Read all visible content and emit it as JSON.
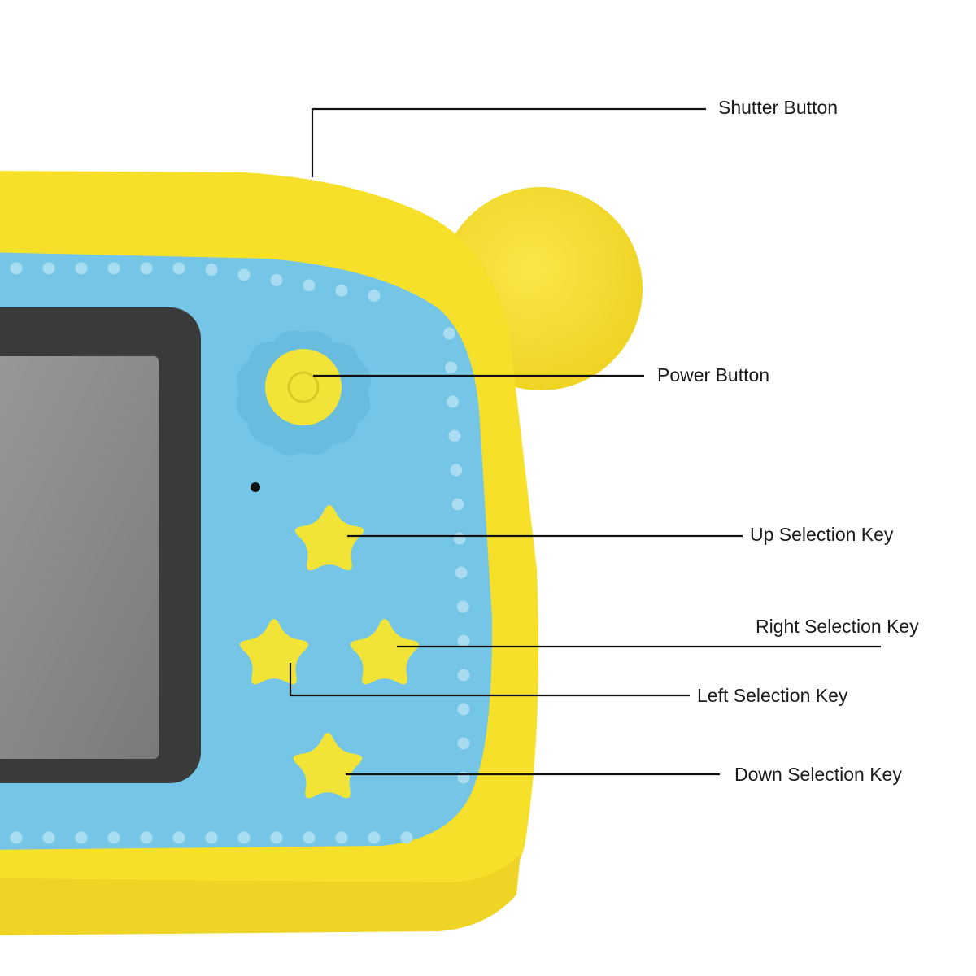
{
  "diagram": {
    "callouts": [
      {
        "id": "shutter",
        "label": "Shutter Button"
      },
      {
        "id": "power",
        "label": "Power Button"
      },
      {
        "id": "up",
        "label": "Up Selection Key"
      },
      {
        "id": "right",
        "label": "Right Selection Key"
      },
      {
        "id": "left",
        "label": "Left Selection Key"
      },
      {
        "id": "down",
        "label": "Down Selection Key"
      }
    ]
  },
  "colors": {
    "body_yellow": "#F6E02A",
    "body_yellow_shadow": "#E9CC1E",
    "face_blue": "#74C5E6",
    "face_dot": "#A9DCF0",
    "screen_bezel": "#3A3A3A",
    "screen_inner": "#8C8C8C",
    "star_yellow": "#F2E437"
  }
}
